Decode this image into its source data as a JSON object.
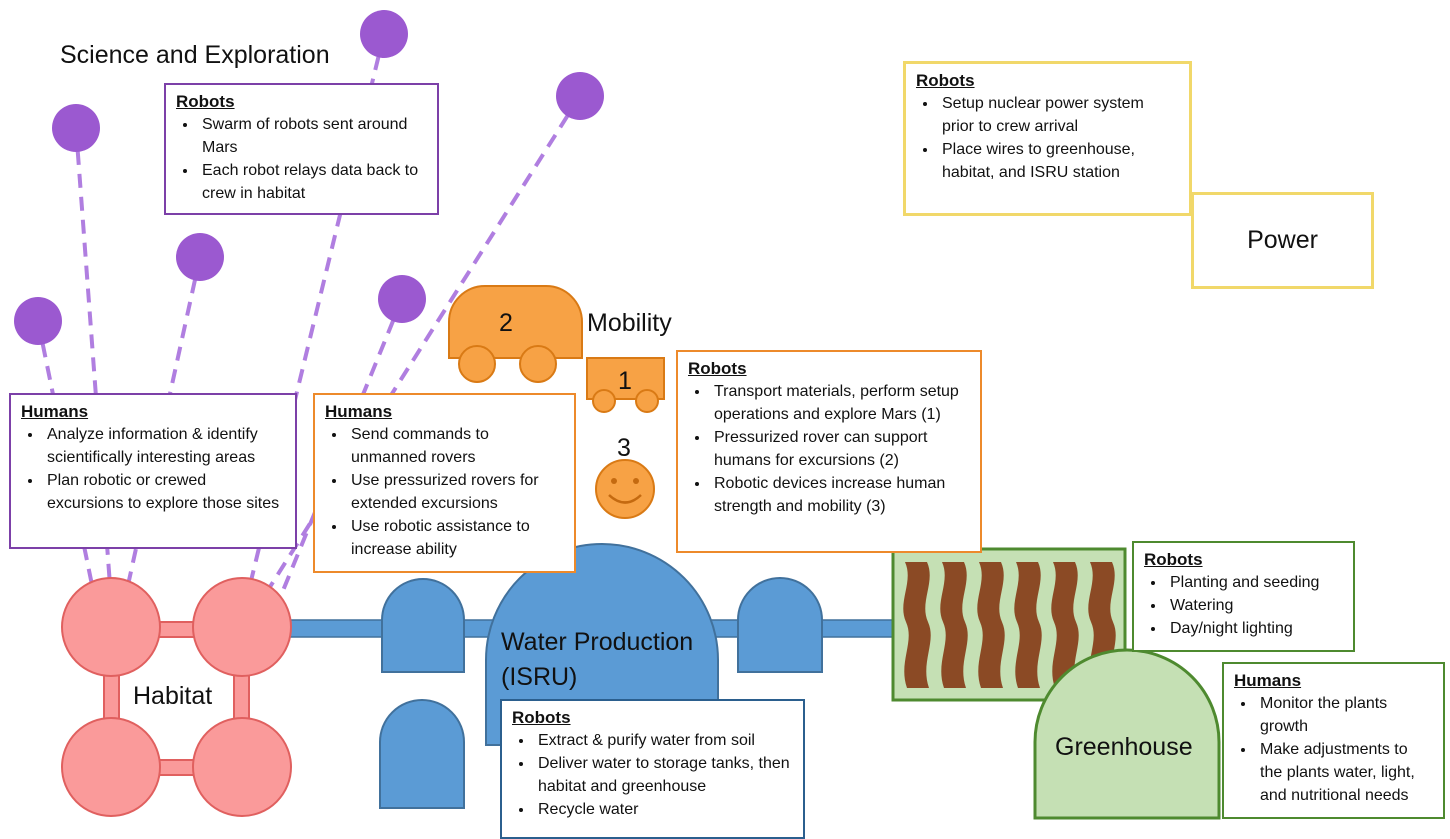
{
  "science": {
    "title": "Science and Exploration",
    "robots": {
      "heading": "Robots",
      "items": [
        "Swarm of robots sent around Mars",
        "Each robot relays data back to crew in habitat"
      ]
    },
    "humans": {
      "heading": "Humans",
      "items": [
        "Analyze information & identify scientifically interesting areas",
        "Plan robotic or crewed excursions to explore those sites"
      ]
    }
  },
  "mobility": {
    "title": "Mobility",
    "rover_large_number": "2",
    "rover_small_number": "1",
    "assist_number": "3",
    "humans": {
      "heading": "Humans",
      "items": [
        "Send commands to unmanned rovers",
        "Use pressurized rovers for extended excursions",
        "Use robotic assistance to increase ability"
      ]
    },
    "robots": {
      "heading": "Robots",
      "items": [
        "Transport materials, perform setup operations and explore Mars (1)",
        "Pressurized rover can support humans for excursions (2)",
        "Robotic devices increase human strength and mobility (3)"
      ]
    }
  },
  "power": {
    "title": "Power",
    "robots": {
      "heading": "Robots",
      "items": [
        "Setup nuclear power system prior to crew arrival",
        "Place wires to greenhouse, habitat, and ISRU station"
      ]
    }
  },
  "habitat": {
    "title": "Habitat"
  },
  "water": {
    "title_line1": "Water Production",
    "title_line2": "(ISRU)",
    "robots": {
      "heading": "Robots",
      "items": [
        "Extract & purify water from soil",
        "Deliver water to storage tanks, then habitat and greenhouse",
        "Recycle water"
      ]
    }
  },
  "greenhouse": {
    "title": "Greenhouse",
    "robots": {
      "heading": "Robots",
      "items": [
        "Planting and seeding",
        "Watering",
        "Day/night lighting"
      ]
    },
    "humans": {
      "heading": "Humans",
      "items": [
        "Monitor the plants growth",
        "Make adjustments to the plants water, light, and nutritional needs"
      ]
    }
  },
  "colors": {
    "science": "#9b59d0",
    "dash": "#b07ee0",
    "mobility": "#f7a245",
    "habitat": "#fa9a9a",
    "water": "#5b9bd5",
    "greenhouse": "#c5e0b4",
    "soil": "#8b4a25",
    "power": "#f1d86a"
  }
}
